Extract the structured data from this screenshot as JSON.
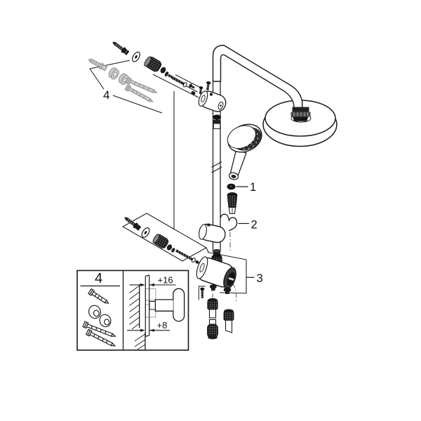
{
  "figure": {
    "type": "exploded-parts-diagram",
    "background": "#ffffff",
    "line_color": "#1a1a1a",
    "dark_part_color": "#1e1e1e",
    "gray_part_color": "#c9c9c9"
  },
  "callouts": {
    "c1": "1",
    "c2": "2",
    "c3": "3"
  },
  "mounting_kit": {
    "label": "4"
  },
  "inset": {
    "kit_label": "4",
    "dim_top": "+16",
    "dim_bottom": "+8"
  }
}
